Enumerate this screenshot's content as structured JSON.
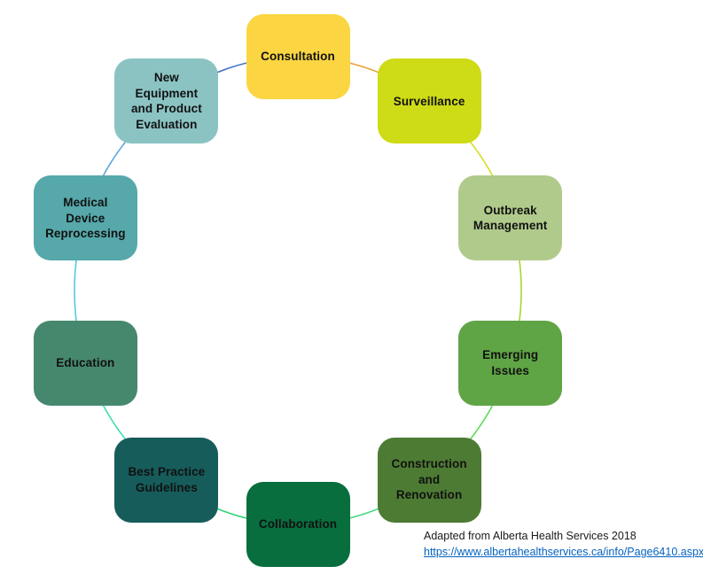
{
  "diagram": {
    "type": "cycle",
    "nodes": [
      {
        "label": "Consultation",
        "color": "#FBD642"
      },
      {
        "label": "Surveillance",
        "color": "#CEDB17"
      },
      {
        "label": "Outbreak Management",
        "color": "#B0CA8B"
      },
      {
        "label": "Emerging Issues",
        "color": "#5FA445"
      },
      {
        "label": "Construction and Renovation",
        "color": "#4D7B33"
      },
      {
        "label": "Collaboration",
        "color": "#086E3D"
      },
      {
        "label": "Best Practice Guidelines",
        "color": "#165C5B"
      },
      {
        "label": "Education",
        "color": "#46886E"
      },
      {
        "label": "Medical Device Reprocessing",
        "color": "#56A8AA"
      },
      {
        "label": "New Equipment and Product Evaluation",
        "color": "#8BC3C3"
      }
    ],
    "connector_colors": [
      "#E8A33B",
      "#D6DF1F",
      "#A7D62E",
      "#5BDC55",
      "#45DA80",
      "#2BD476",
      "#3DDFB0",
      "#55C9E0",
      "#5BA6DD",
      "#4472C4"
    ],
    "label_text_color": "#111111"
  },
  "attribution": {
    "note": "Adapted from Alberta Health Services 2018",
    "link_text": "https://www.albertahealthservices.ca/info/Page6410.aspx",
    "link_color": "#0563C1"
  }
}
